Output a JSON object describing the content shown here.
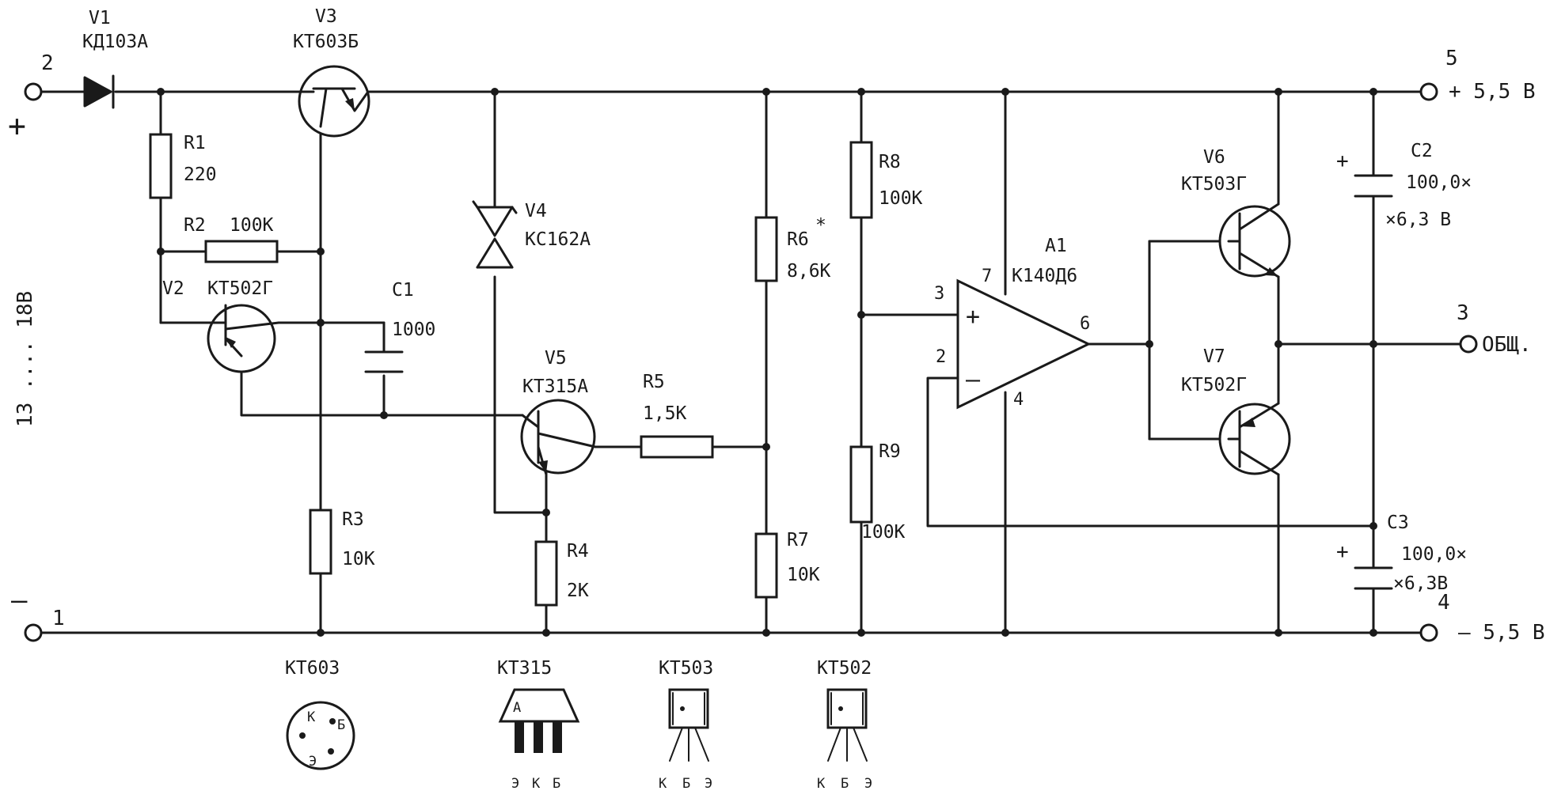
{
  "terminals": {
    "t2": {
      "num": "2",
      "sign": "+"
    },
    "t1": {
      "num": "1",
      "sign": "–"
    },
    "t5": {
      "num": "5",
      "label": "+ 5,5 В"
    },
    "t3": {
      "num": "3",
      "label": "ОБЩ."
    },
    "t4": {
      "num": "4",
      "label": "– 5,5 В"
    }
  },
  "input_range": "13 .... 18В",
  "components": {
    "V1": {
      "ref": "V1",
      "part": "КД103А"
    },
    "V3": {
      "ref": "V3",
      "part": "КТ603Б"
    },
    "R1": {
      "ref": "R1",
      "value": "220"
    },
    "R2": {
      "ref": "R2",
      "value": "100К"
    },
    "V2": {
      "ref": "V2",
      "part": "КТ502Г"
    },
    "C1": {
      "ref": "C1",
      "value": "1000"
    },
    "V4": {
      "ref": "V4",
      "part": "КС162А"
    },
    "V5": {
      "ref": "V5",
      "part": "КТ315А"
    },
    "R5": {
      "ref": "R5",
      "value": "1,5К"
    },
    "R3": {
      "ref": "R3",
      "value": "10К"
    },
    "R4": {
      "ref": "R4",
      "value": "2К"
    },
    "R6": {
      "ref": "R6",
      "mark": "*",
      "value": "8,6К"
    },
    "R7": {
      "ref": "R7",
      "value": "10К"
    },
    "R8": {
      "ref": "R8",
      "value": "100К"
    },
    "R9": {
      "ref": "R9",
      "value": "100К"
    },
    "A1": {
      "ref": "A1",
      "part": "К140Д6",
      "pins": [
        "3",
        "7",
        "2",
        "4",
        "6"
      ],
      "plus": "+",
      "minus": "–"
    },
    "V6": {
      "ref": "V6",
      "part": "КТ503Г"
    },
    "V7": {
      "ref": "V7",
      "part": "КТ502Г"
    },
    "C2": {
      "ref": "C2",
      "value": "100,0×",
      "value2": "×6,3 В",
      "plus": "+"
    },
    "C3": {
      "ref": "C3",
      "value": "100,0×",
      "value2": "×6,3В",
      "plus": "+"
    }
  },
  "pinouts": [
    {
      "name": "КТ603",
      "pins": [
        "К",
        "Б",
        "Э"
      ]
    },
    {
      "name": "КТ315",
      "mark": "А",
      "pins": [
        "Э",
        "К",
        "Б"
      ]
    },
    {
      "name": "КТ503",
      "pins": [
        "К",
        "Б",
        "Э"
      ]
    },
    {
      "name": "КТ502",
      "pins": [
        "К",
        "Б",
        "Э"
      ]
    }
  ]
}
